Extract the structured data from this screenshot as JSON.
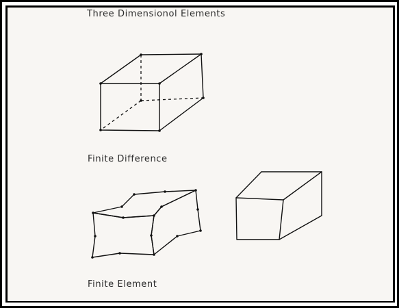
{
  "diagram": {
    "title": "Three Dimensionol Elements",
    "finite_difference_label": "Finite Difference",
    "finite_element_label": "Finite Element"
  }
}
